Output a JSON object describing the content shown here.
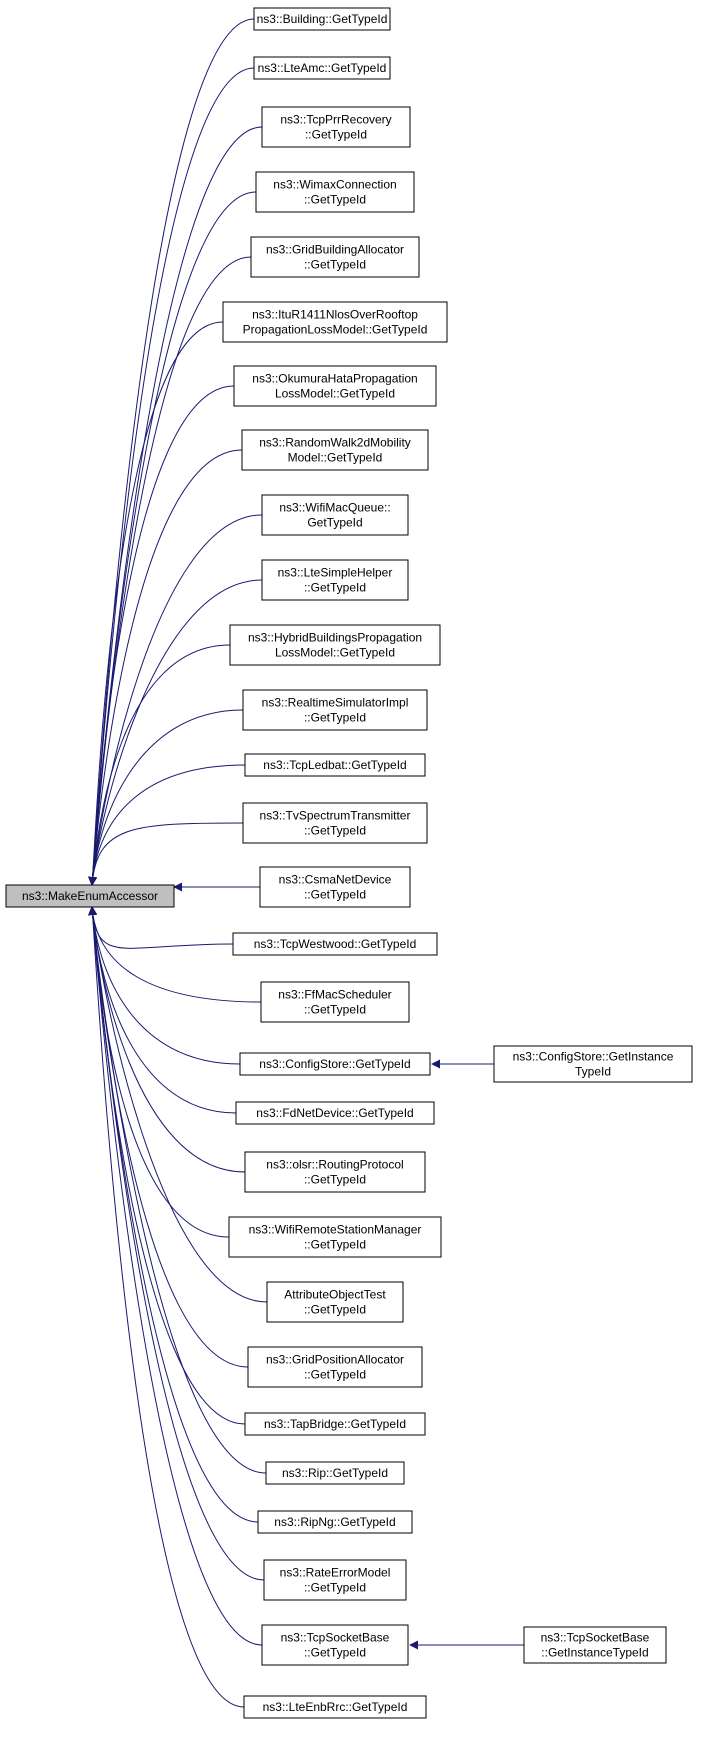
{
  "diagram": {
    "colors": {
      "edge": "#191970",
      "node_border": "#000000",
      "node_fill": "#ffffff",
      "root_fill": "#bfbfbf"
    },
    "root": {
      "id": "root",
      "lines": [
        "ns3::MakeEnumAccessor"
      ]
    },
    "nodes": [
      {
        "id": "n0",
        "lines": [
          "ns3::Building::GetTypeId"
        ]
      },
      {
        "id": "n1",
        "lines": [
          "ns3::LteAmc::GetTypeId"
        ]
      },
      {
        "id": "n2",
        "lines": [
          "ns3::TcpPrrRecovery",
          "::GetTypeId"
        ]
      },
      {
        "id": "n3",
        "lines": [
          "ns3::WimaxConnection",
          "::GetTypeId"
        ]
      },
      {
        "id": "n4",
        "lines": [
          "ns3::GridBuildingAllocator",
          "::GetTypeId"
        ]
      },
      {
        "id": "n5",
        "lines": [
          "ns3::ItuR1411NlosOverRooftop",
          "PropagationLossModel::GetTypeId"
        ]
      },
      {
        "id": "n6",
        "lines": [
          "ns3::OkumuraHataPropagation",
          "LossModel::GetTypeId"
        ]
      },
      {
        "id": "n7",
        "lines": [
          "ns3::RandomWalk2dMobility",
          "Model::GetTypeId"
        ]
      },
      {
        "id": "n8",
        "lines": [
          "ns3::WifiMacQueue::",
          "GetTypeId"
        ]
      },
      {
        "id": "n9",
        "lines": [
          "ns3::LteSimpleHelper",
          "::GetTypeId"
        ]
      },
      {
        "id": "n10",
        "lines": [
          "ns3::HybridBuildingsPropagation",
          "LossModel::GetTypeId"
        ]
      },
      {
        "id": "n11",
        "lines": [
          "ns3::RealtimeSimulatorImpl",
          "::GetTypeId"
        ]
      },
      {
        "id": "n12",
        "lines": [
          "ns3::TcpLedbat::GetTypeId"
        ]
      },
      {
        "id": "n13",
        "lines": [
          "ns3::TvSpectrumTransmitter",
          "::GetTypeId"
        ]
      },
      {
        "id": "n14",
        "lines": [
          "ns3::CsmaNetDevice",
          "::GetTypeId"
        ]
      },
      {
        "id": "n15",
        "lines": [
          "ns3::TcpWestwood::GetTypeId"
        ]
      },
      {
        "id": "n16",
        "lines": [
          "ns3::FfMacScheduler",
          "::GetTypeId"
        ]
      },
      {
        "id": "n17",
        "lines": [
          "ns3::ConfigStore::GetTypeId"
        ]
      },
      {
        "id": "n18",
        "lines": [
          "ns3::FdNetDevice::GetTypeId"
        ]
      },
      {
        "id": "n19",
        "lines": [
          "ns3::olsr::RoutingProtocol",
          "::GetTypeId"
        ]
      },
      {
        "id": "n20",
        "lines": [
          "ns3::WifiRemoteStationManager",
          "::GetTypeId"
        ]
      },
      {
        "id": "n21",
        "lines": [
          "AttributeObjectTest",
          "::GetTypeId"
        ]
      },
      {
        "id": "n22",
        "lines": [
          "ns3::GridPositionAllocator",
          "::GetTypeId"
        ]
      },
      {
        "id": "n23",
        "lines": [
          "ns3::TapBridge::GetTypeId"
        ]
      },
      {
        "id": "n24",
        "lines": [
          "ns3::Rip::GetTypeId"
        ]
      },
      {
        "id": "n25",
        "lines": [
          "ns3::RipNg::GetTypeId"
        ]
      },
      {
        "id": "n26",
        "lines": [
          "ns3::RateErrorModel",
          "::GetTypeId"
        ]
      },
      {
        "id": "n27",
        "lines": [
          "ns3::TcpSocketBase",
          "::GetTypeId"
        ]
      },
      {
        "id": "n28",
        "lines": [
          "ns3::LteEnbRrc::GetTypeId"
        ]
      },
      {
        "id": "n29",
        "lines": [
          "ns3::ConfigStore::GetInstance",
          "TypeId"
        ]
      },
      {
        "id": "n30",
        "lines": [
          "ns3::TcpSocketBase",
          "::GetInstanceTypeId"
        ]
      }
    ],
    "edges": [
      {
        "from": "n0",
        "to": "root"
      },
      {
        "from": "n1",
        "to": "root"
      },
      {
        "from": "n2",
        "to": "root"
      },
      {
        "from": "n3",
        "to": "root"
      },
      {
        "from": "n4",
        "to": "root"
      },
      {
        "from": "n5",
        "to": "root"
      },
      {
        "from": "n6",
        "to": "root"
      },
      {
        "from": "n7",
        "to": "root"
      },
      {
        "from": "n8",
        "to": "root"
      },
      {
        "from": "n9",
        "to": "root"
      },
      {
        "from": "n10",
        "to": "root"
      },
      {
        "from": "n11",
        "to": "root"
      },
      {
        "from": "n12",
        "to": "root"
      },
      {
        "from": "n13",
        "to": "root"
      },
      {
        "from": "n14",
        "to": "root"
      },
      {
        "from": "n15",
        "to": "root"
      },
      {
        "from": "n16",
        "to": "root"
      },
      {
        "from": "n17",
        "to": "root"
      },
      {
        "from": "n18",
        "to": "root"
      },
      {
        "from": "n19",
        "to": "root"
      },
      {
        "from": "n20",
        "to": "root"
      },
      {
        "from": "n21",
        "to": "root"
      },
      {
        "from": "n22",
        "to": "root"
      },
      {
        "from": "n23",
        "to": "root"
      },
      {
        "from": "n24",
        "to": "root"
      },
      {
        "from": "n25",
        "to": "root"
      },
      {
        "from": "n26",
        "to": "root"
      },
      {
        "from": "n27",
        "to": "root"
      },
      {
        "from": "n28",
        "to": "root"
      },
      {
        "from": "n29",
        "to": "n17"
      },
      {
        "from": "n30",
        "to": "n27"
      }
    ]
  }
}
